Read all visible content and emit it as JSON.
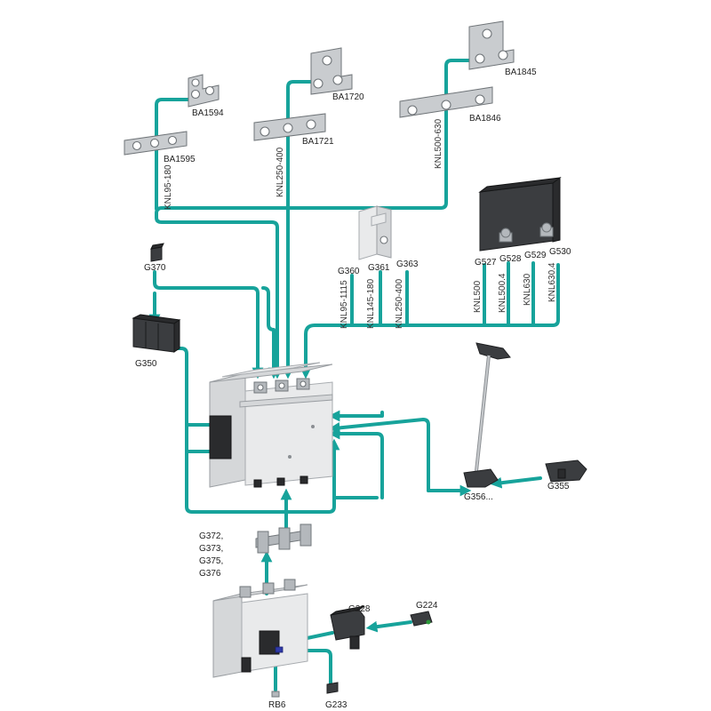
{
  "colors": {
    "connector": "#17a39b",
    "background": "#ffffff"
  },
  "busbars": [
    {
      "label": "BA1594"
    },
    {
      "label": "BA1595"
    },
    {
      "label": "BA1720"
    },
    {
      "label": "BA1721"
    },
    {
      "label": "BA1845"
    },
    {
      "label": "BA1846"
    }
  ],
  "busbar_lines": [
    {
      "label": "KNL95-180"
    },
    {
      "label": "KNL250-400"
    },
    {
      "label": "KNL500-630"
    }
  ],
  "terminal_covers": [
    {
      "label": "G360"
    },
    {
      "label": "G361"
    },
    {
      "label": "G363"
    }
  ],
  "terminal_cover_lines": [
    {
      "label": "KNL95-1115"
    },
    {
      "label": "KNL145-180"
    },
    {
      "label": "KNL250-400"
    }
  ],
  "shrouds": [
    {
      "label": "G527"
    },
    {
      "label": "G528"
    },
    {
      "label": "G529"
    },
    {
      "label": "G530"
    }
  ],
  "shroud_lines": [
    {
      "label": "KNL500"
    },
    {
      "label": "KNL500.4"
    },
    {
      "label": "KNL630"
    },
    {
      "label": "KNL630.4"
    }
  ],
  "accessories": {
    "g370": "G370",
    "g350": "G350",
    "g356": "G356...",
    "g355": "G355",
    "g372_group": [
      "G372,",
      "G373,",
      "G375,",
      "G376"
    ],
    "g228": "G228",
    "g224": "G224",
    "rb6": "RB6",
    "g233": "G233"
  }
}
